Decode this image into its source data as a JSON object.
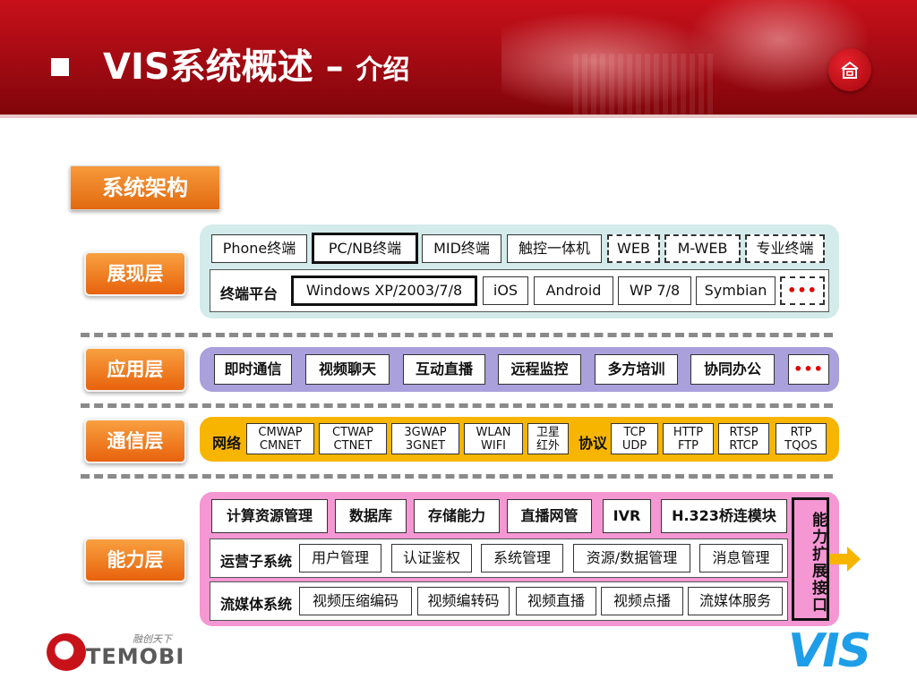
{
  "header": {
    "title_main": "VIS系统概述",
    "title_dash": " – ",
    "title_sub": "介绍"
  },
  "section_label": "系统架构",
  "layers": {
    "presentation": "展现层",
    "application": "应用层",
    "communication": "通信层",
    "capability": "能力层"
  },
  "presentation": {
    "terminals": [
      "Phone终端",
      "PC/NB终端",
      "MID终端",
      "触控一体机",
      "WEB",
      "M-WEB",
      "专业终端"
    ],
    "platform_label": "终端平台",
    "platforms": [
      "Windows XP/2003/7/8",
      "iOS",
      "Android",
      "WP 7/8",
      "Symbian",
      "•••"
    ]
  },
  "application": {
    "items": [
      "即时通信",
      "视频聊天",
      "互动直播",
      "远程监控",
      "多方培训",
      "协同办公",
      "•••"
    ]
  },
  "communication": {
    "network_label": "网络",
    "networks": [
      [
        "CMWAP",
        "CMNET"
      ],
      [
        "CTWAP",
        "CTNET"
      ],
      [
        "3GWAP",
        "3GNET"
      ],
      [
        "WLAN",
        "WIFI"
      ],
      [
        "卫星",
        "红外"
      ]
    ],
    "protocol_label": "协议",
    "protocols": [
      [
        "TCP",
        "UDP"
      ],
      [
        "HTTP",
        "FTP"
      ],
      [
        "RTSP",
        "RTCP"
      ],
      [
        "RTP",
        "TQOS"
      ]
    ]
  },
  "capability": {
    "row1": [
      "计算资源管理",
      "数据库",
      "存储能力",
      "直播网管",
      "IVR",
      "H.323桥连模块"
    ],
    "row2_label": "运营子系统",
    "row2": [
      "用户管理",
      "认证鉴权",
      "系统管理",
      "资源/数据管理",
      "消息管理"
    ],
    "row3_label": "流媒体系统",
    "row3": [
      "视频压缩编码",
      "视频编转码",
      "视频直播",
      "视频点播",
      "流媒体服务"
    ],
    "extension": "能力扩展接口"
  },
  "logos": {
    "temobi_word": "TEMOBI",
    "temobi_tag": "融创天下",
    "vis": "VIS"
  },
  "colors": {
    "header_red": "#b30c14",
    "accent_orange": "#e8620c",
    "presentation_panel": "#d3ebeb",
    "application_panel": "#a9a0dc",
    "communication_panel": "#f7b500",
    "capability_panel": "#f597d3",
    "dots_red": "#e00000",
    "vis_blue": "#1e9ee8"
  }
}
